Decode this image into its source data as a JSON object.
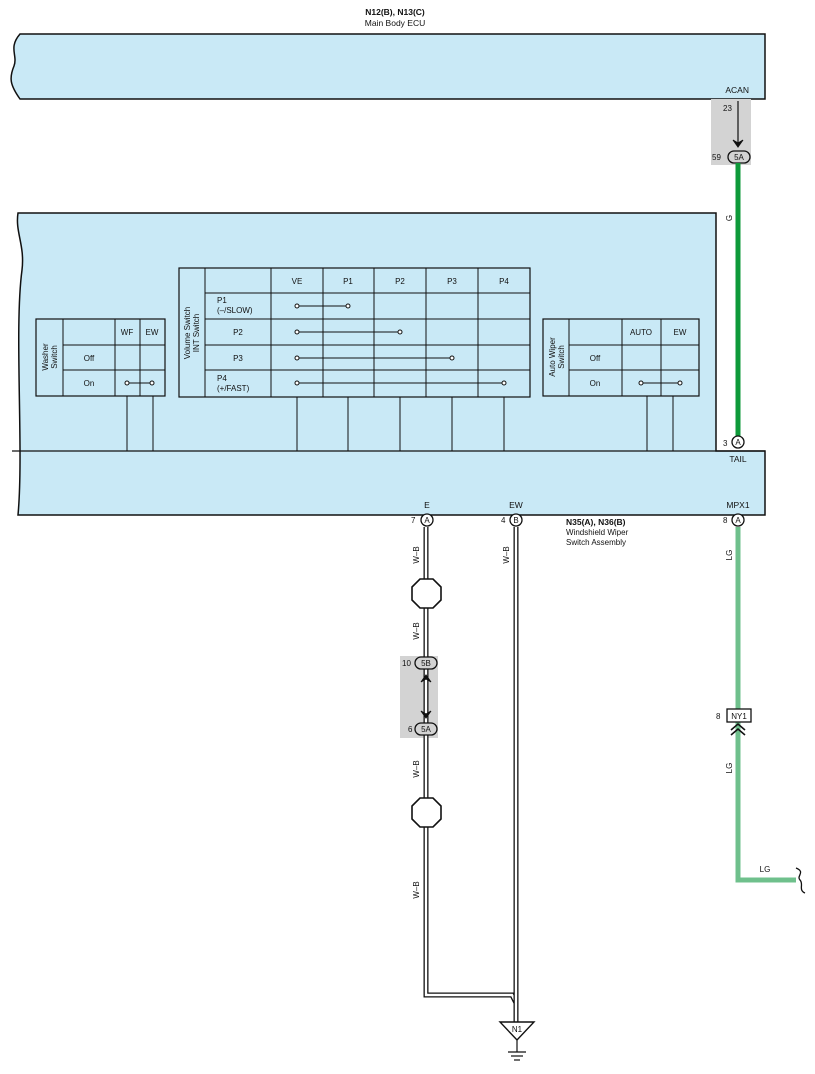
{
  "ecu": {
    "code": "N12(B), N13(C)",
    "name": "Main Body ECU",
    "terminal": "ACAN",
    "pin": "23"
  },
  "junction_top": {
    "pin": "59",
    "connector": "5A"
  },
  "wire_g": {
    "color_code": "G",
    "hex": "#0e9a3a"
  },
  "switch_assembly": {
    "code": "N35(A), N36(B)",
    "name_line1": "Windshield Wiper",
    "name_line2": "Switch Assembly",
    "tail": {
      "label": "TAIL",
      "pin": "3",
      "connector": "A"
    },
    "e": {
      "label": "E",
      "pin": "7",
      "connector": "A"
    },
    "ew": {
      "label": "EW",
      "pin": "4",
      "connector": "B"
    },
    "mpx1": {
      "label": "MPX1",
      "pin": "8",
      "connector": "A"
    }
  },
  "washer_switch": {
    "label_line1": "Washer",
    "label_line2": "Switch",
    "columns": [
      "WF",
      "EW"
    ],
    "rows": [
      "Off",
      "On"
    ]
  },
  "volume_switch": {
    "label_line1": "Volume Switch",
    "label_line2": "INT Switch",
    "columns": [
      "VE",
      "P1",
      "P2",
      "P3",
      "P4"
    ],
    "rows": [
      {
        "line1": "P1",
        "line2": "(–/SLOW)"
      },
      {
        "line1": "P2",
        "line2": ""
      },
      {
        "line1": "P3",
        "line2": ""
      },
      {
        "line1": "P4",
        "line2": "(+/FAST)"
      }
    ]
  },
  "auto_wiper_switch": {
    "label_line1": "Auto Wiper",
    "label_line2": "Switch",
    "columns": [
      "AUTO",
      "EW"
    ],
    "rows": [
      "Off",
      "On"
    ]
  },
  "ground_wire": {
    "color_code": "W–B",
    "junction_upper": {
      "pin": "10",
      "connector": "5B"
    },
    "junction_lower": {
      "pin": "6",
      "connector": "5A"
    },
    "ground": "N1"
  },
  "wire_ew": {
    "color_code": "W–B"
  },
  "wire_lg": {
    "color_code": "LG",
    "hex": "#6fc08c",
    "connector": {
      "pin": "8",
      "name": "NY1"
    }
  },
  "colors": {
    "component_fill": "#c9e9f6",
    "junction_fill": "#d3d3d3"
  }
}
